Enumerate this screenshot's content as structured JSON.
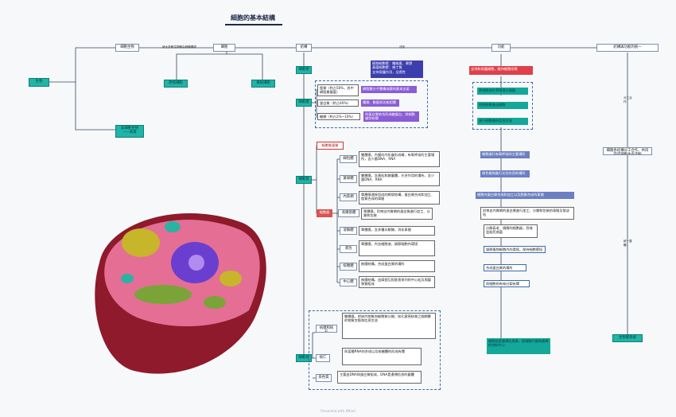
{
  "title": "細胞的基本結構",
  "root": "生物",
  "cellular": "細胞生物",
  "acellular": "非細胞生物——病毒",
  "edge_label": "絕大多數生物都由細胞構成",
  "cell": "細胞",
  "prokaryote": "原核細胞",
  "eukaryote": "真核細胞",
  "structure": "結構",
  "function": "功能",
  "relation": "結構與功能的統一",
  "membrane": "細胞膜",
  "wall": "細胞壁",
  "cytoplasm": "細胞質",
  "nucleus": "細胞核",
  "wall_desc": [
    "植物細胞壁：纖維素、果膠",
    "真菌細胞壁：幾丁質",
    "支持保護作用，全透性"
  ],
  "wall_func": "支持和保護細胞，維持細胞形態",
  "mem_lipid": "脂質（約占50%，其中磷脂最豐富）",
  "mem_lipid_note": "磷脂雙分子層構成膜的基本支架",
  "mem_protein": "蛋白質（約占40%）",
  "mem_protein_note": "種類、數量與功能相關",
  "mem_sugar": "糖類（約占2%~10%）",
  "mem_sugar_note": "與蛋白質結合形成糖蛋白，與細胞識別有關",
  "mem_func": [
    "將細胞與外界環境分隔開",
    "控制物質進出細胞",
    "進行細胞間的信息交流"
  ],
  "cyto_matrix": "細胞質基質",
  "organelle": "細胞器",
  "organelles": [
    {
      "name": "線粒體",
      "desc": "雙層膜，內膜向內折疊形成嵴，有氧呼吸的主要場所，含少量DNA、RNA"
    },
    {
      "name": "葉綠體",
      "desc": "雙層膜，含基粒和類囊體，光合作用的場所，含少量DNA、RNA"
    },
    {
      "name": "內質網",
      "desc": "單層膜連接而成的網狀結構，蛋白質合成和加工、脂質合成的車間"
    },
    {
      "name": "高爾基體",
      "desc": "單層膜，對來自內質網的蛋白質進行加工、分類和包裝"
    },
    {
      "name": "溶酶體",
      "desc": "單層膜，含多種水解酶，消化車間"
    },
    {
      "name": "液泡",
      "desc": "單層膜，內含細胞液，調節細胞內環境"
    },
    {
      "name": "核糖體",
      "desc": "無膜結構，合成蛋白質的場所"
    },
    {
      "name": "中心體",
      "desc": "無膜結構，由兩個互相垂直排列的中心粒及周圍物質組成"
    }
  ],
  "org_func": [
    "細胞進行有氧呼吸的主要場所",
    "綠色植物進行光合作用的場所",
    "細胞內蛋白質合成和加工以及脂質合成的車間",
    "對來自內質網的蛋白質進行加工、分類和包裝的車間及發送站",
    "分解衰老、損傷的細胞器，吞噬並殺死病菌",
    "調節植物細胞內的環境，保持細胞堅挺",
    "合成蛋白質的場所",
    "與細胞的有絲分裂有關"
  ],
  "nuc_envelope": "核膜和核孔",
  "nuc_envelope_desc": "雙層膜，把核內物質與細胞質分開；核孔實現核質之間頻繁的物質交換和信息交流",
  "nucleolus": "核仁",
  "nucleolus_desc": "與某種RNA的合成以及核糖體的形成有關",
  "chromatin": "染色質",
  "chromatin_desc": "主要由DNA和蛋白質組成，DNA是遺傳信息的載體",
  "nuc_func": "細胞核是遺傳信息庫，是細胞代謝和遺傳的控制中心",
  "rel_side1": "分工合作",
  "rel_side2": "統一整體",
  "rel_mid": "細胞各結構分工合作，共同完成細胞生命活動",
  "rel_end": "生物膜系統",
  "footer": "Presented with XMind",
  "colors": {
    "teal": "#1fb5a8",
    "purple": "#8a5cd6",
    "blue": "#3b3fae",
    "red": "#e0404a"
  }
}
